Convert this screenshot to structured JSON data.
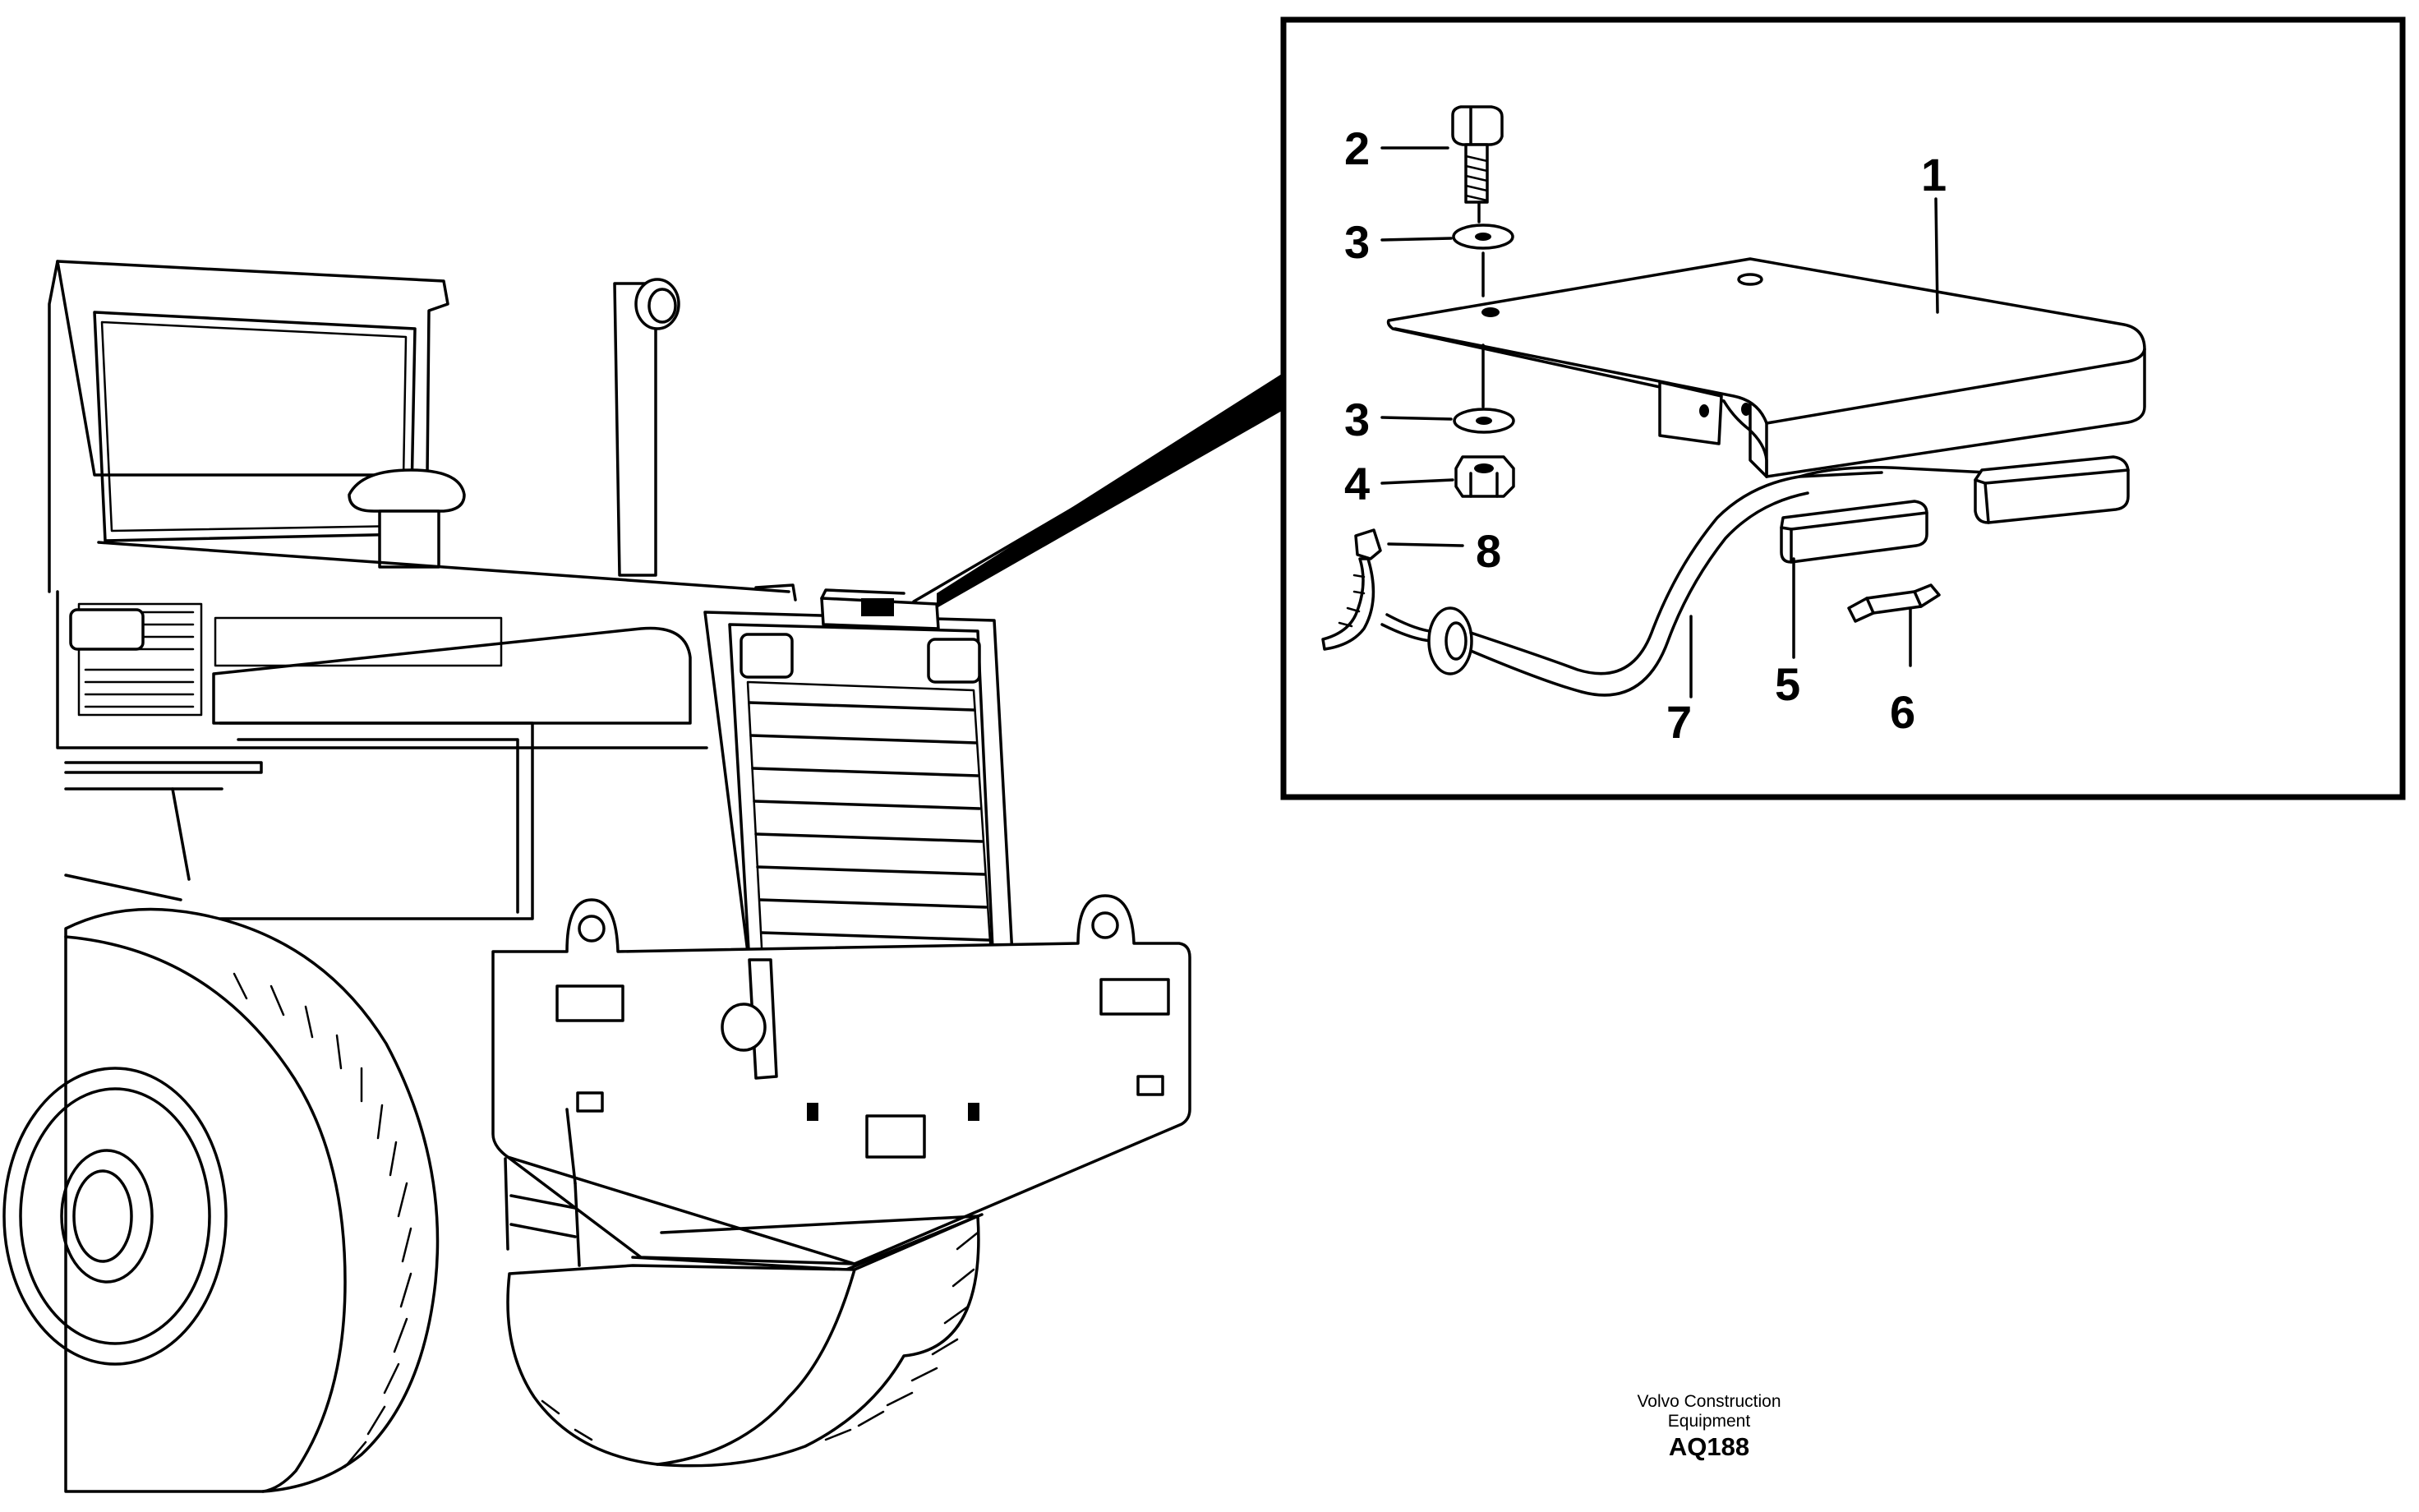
{
  "callouts": {
    "c1": "1",
    "c2": "2",
    "c3a": "3",
    "c3b": "3",
    "c4": "4",
    "c5": "5",
    "c6": "6",
    "c7": "7",
    "c8": "8"
  },
  "credit": {
    "line1": "Volvo Construction",
    "line2": "Equipment",
    "code": "AQ188"
  }
}
